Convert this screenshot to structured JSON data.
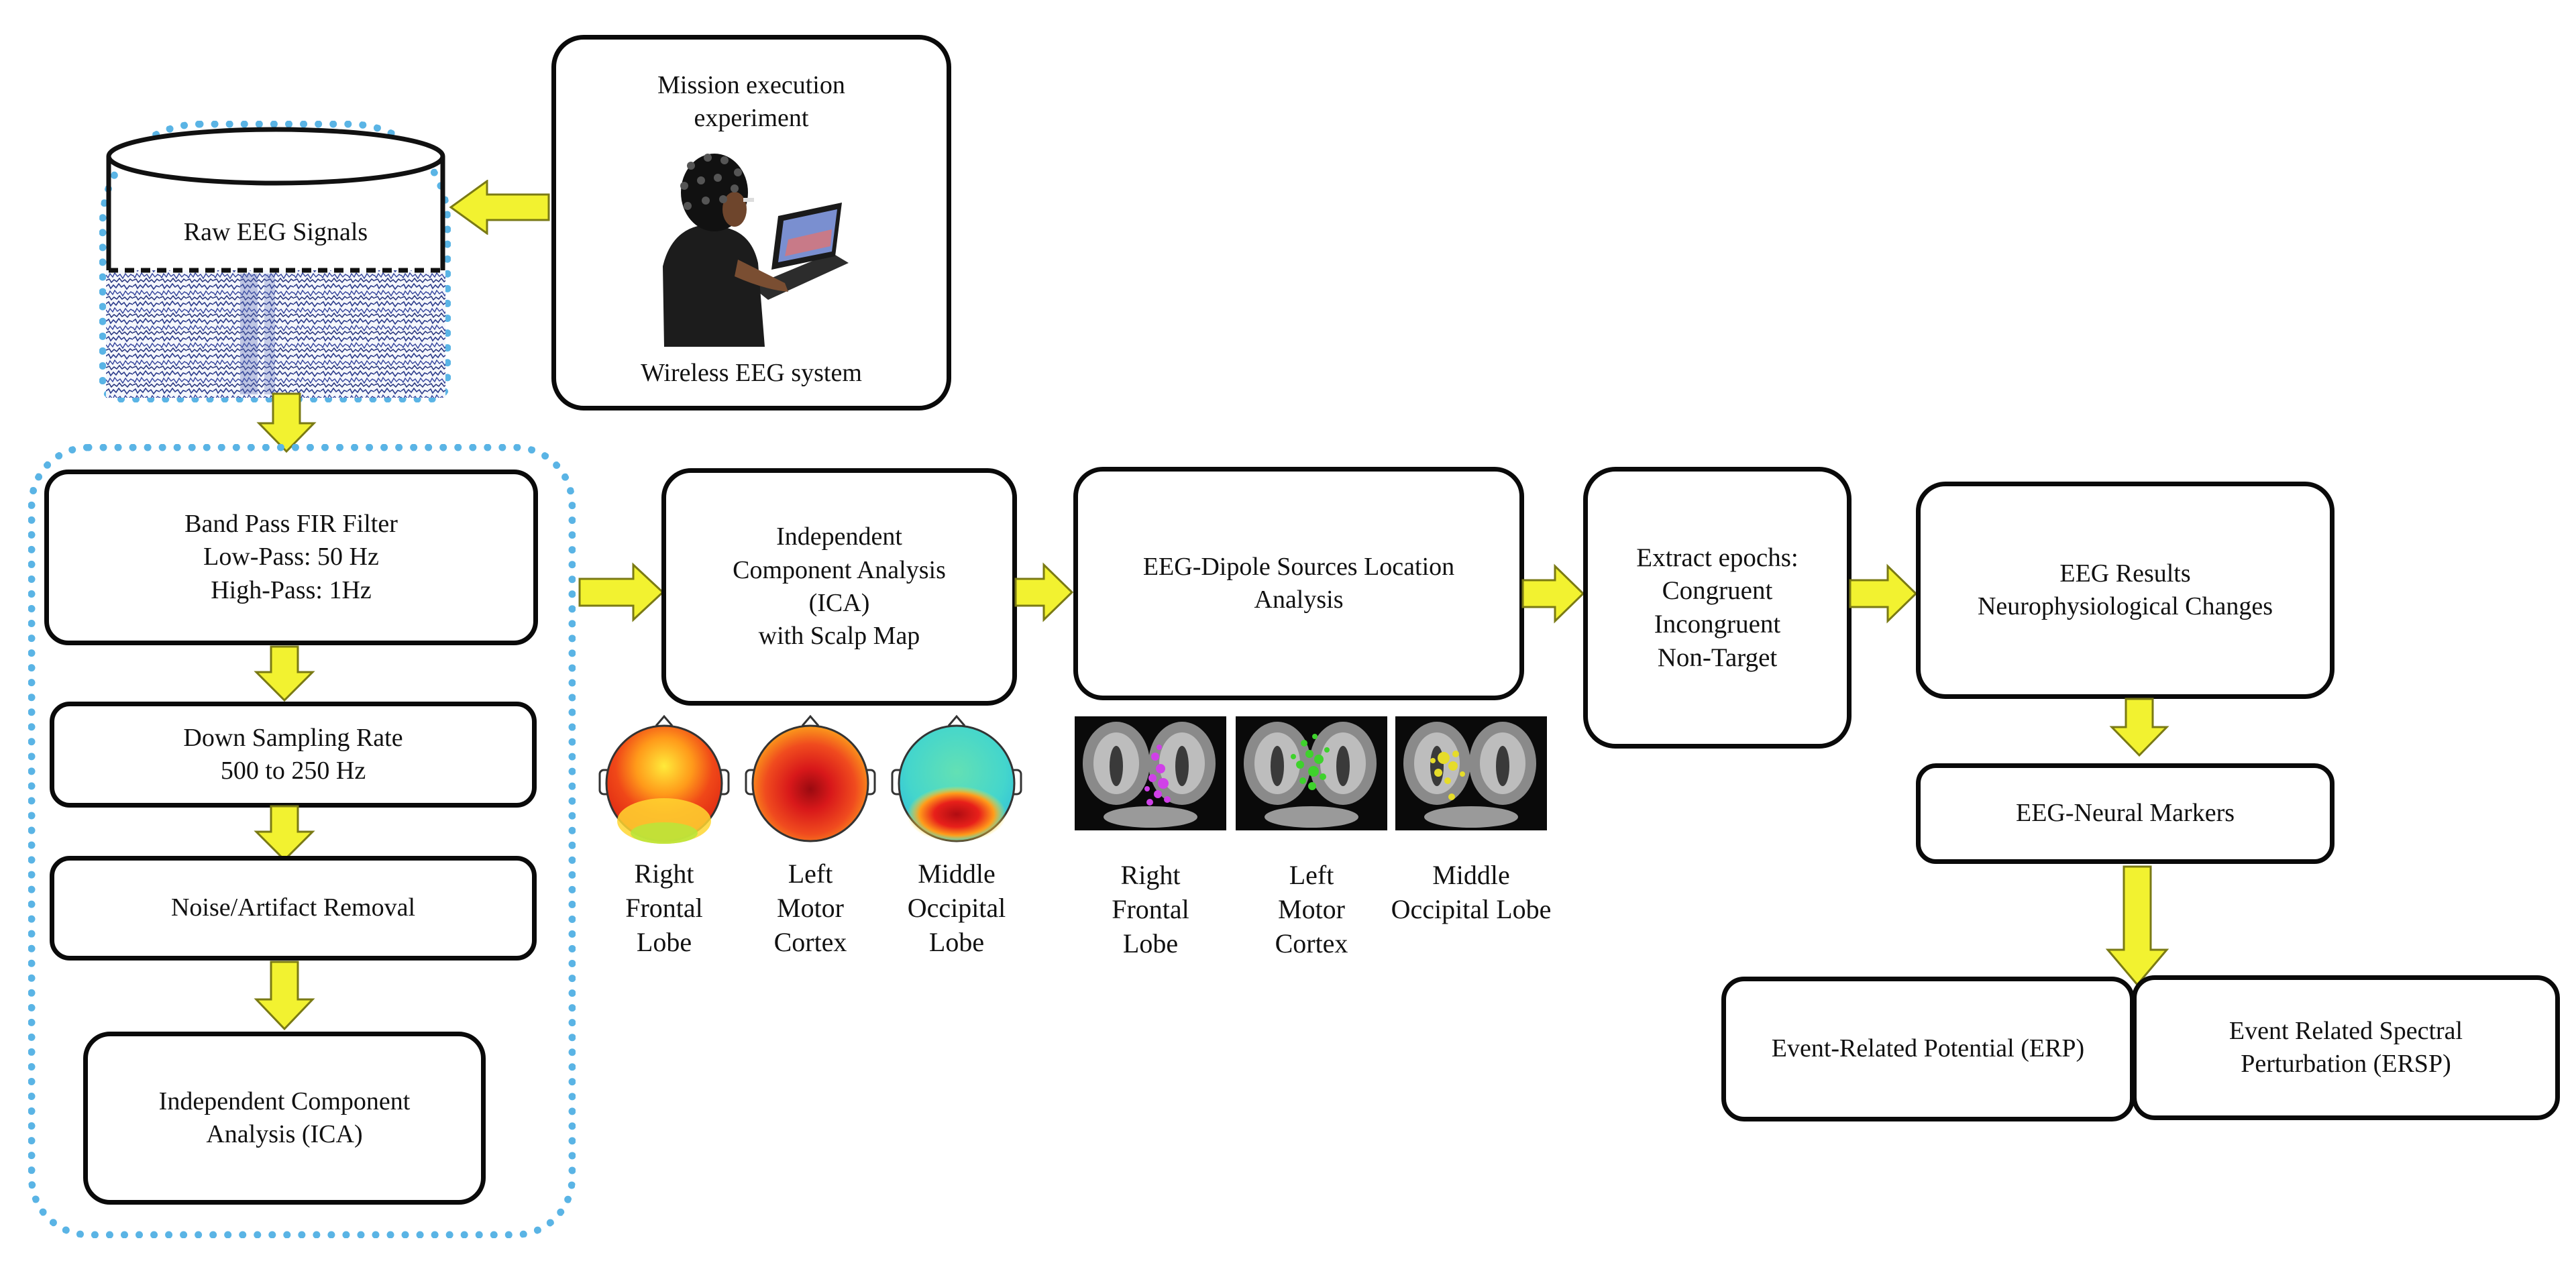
{
  "mission": {
    "title_lines": [
      "Mission execution",
      "experiment"
    ],
    "caption": "Wireless EEG system"
  },
  "raw": {
    "label": "Raw EEG Signals"
  },
  "preprocessing": {
    "bandpass": [
      "Band Pass FIR Filter",
      "Low-Pass: 50 Hz",
      "High-Pass: 1Hz"
    ],
    "downsampling": [
      "Down Sampling Rate",
      "500 to 250 Hz"
    ],
    "noise": [
      "Noise/Artifact Removal"
    ],
    "ica": [
      "Independent Component",
      "Analysis (ICA)"
    ]
  },
  "ica_scalp": {
    "lines": [
      "Independent",
      "Component Analysis",
      "(ICA)",
      "with Scalp Map"
    ],
    "maps": [
      {
        "label": [
          "Right",
          "Frontal",
          "Lobe"
        ]
      },
      {
        "label": [
          "Left",
          "Motor",
          "Cortex"
        ]
      },
      {
        "label": [
          "Middle",
          "Occipital",
          "Lobe"
        ]
      }
    ]
  },
  "dipole": {
    "lines": [
      "EEG-Dipole Sources Location",
      "Analysis"
    ],
    "maps": [
      {
        "label": [
          "Right",
          "Frontal",
          "Lobe"
        ],
        "dot_color": "#d040e8"
      },
      {
        "label": [
          "Left",
          "Motor",
          "Cortex"
        ],
        "dot_color": "#3ed22c"
      },
      {
        "label": [
          "Middle",
          "Occipital Lobe"
        ],
        "dot_color": "#e6dc2a"
      }
    ]
  },
  "epochs": {
    "lines": [
      "Extract epochs:",
      "Congruent",
      "Incongruent",
      "Non-Target"
    ]
  },
  "results": {
    "lines": [
      "EEG Results",
      "Neurophysiological Changes"
    ]
  },
  "markers": {
    "lines": [
      "EEG-Neural Markers"
    ]
  },
  "erp": {
    "lines": [
      "Event-Related Potential (ERP)"
    ]
  },
  "ersp": {
    "lines": [
      "Event Related Spectral",
      "Perturbation (ERSP)"
    ]
  },
  "colors": {
    "arrow_fill": "#f2f230",
    "arrow_stroke": "#7a7a14",
    "dotted_border": "#5ab4e5"
  }
}
